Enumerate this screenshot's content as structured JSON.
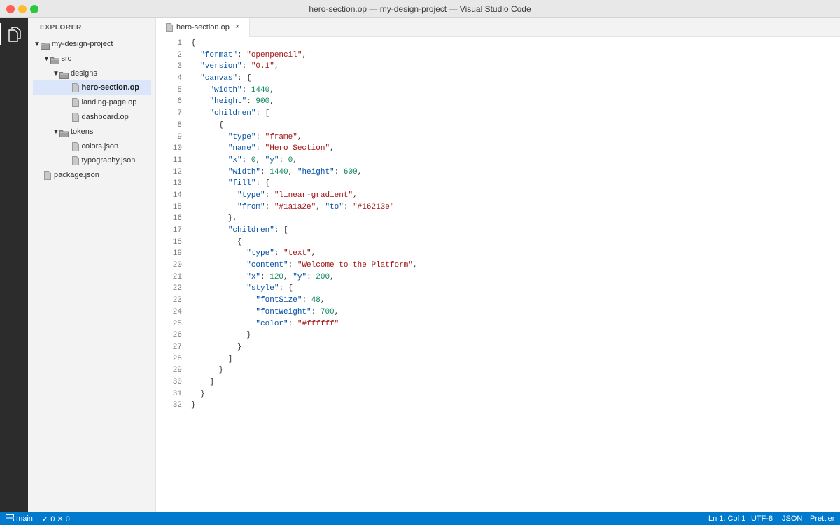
{
  "window": {
    "title": "hero-section.op — my-design-project — Visual Studio Code"
  },
  "activity_bar": {
    "explorer_icon": "files-icon"
  },
  "sidebar": {
    "title": "EXPLORER",
    "tree": [
      {
        "label": "my-design-project",
        "type": "folder",
        "depth": 0,
        "expanded": true
      },
      {
        "label": "src",
        "type": "folder",
        "depth": 1,
        "expanded": true
      },
      {
        "label": "designs",
        "type": "folder",
        "depth": 2,
        "expanded": true
      },
      {
        "label": "hero-section.op",
        "type": "file",
        "depth": 3,
        "selected": true
      },
      {
        "label": "landing-page.op",
        "type": "file",
        "depth": 3
      },
      {
        "label": "dashboard.op",
        "type": "file",
        "depth": 3
      },
      {
        "label": "tokens",
        "type": "folder",
        "depth": 2,
        "expanded": true
      },
      {
        "label": "colors.json",
        "type": "file",
        "depth": 3
      },
      {
        "label": "typography.json",
        "type": "file",
        "depth": 3
      },
      {
        "label": "package.json",
        "type": "file",
        "depth": 1
      }
    ]
  },
  "tabs": [
    {
      "label": "hero-section.op",
      "close": "×",
      "active": true
    }
  ],
  "editor": {
    "lines": [
      "{",
      "  \"format\": \"openpencil\",",
      "  \"version\": \"0.1\",",
      "  \"canvas\": {",
      "    \"width\": 1440,",
      "    \"height\": 900,",
      "    \"children\": [",
      "      {",
      "        \"type\": \"frame\",",
      "        \"name\": \"Hero Section\",",
      "        \"x\": 0, \"y\": 0,",
      "        \"width\": 1440, \"height\": 600,",
      "        \"fill\": {",
      "          \"type\": \"linear-gradient\",",
      "          \"from\": \"#1a1a2e\", \"to\": \"#16213e\"",
      "        },",
      "        \"children\": [",
      "          {",
      "            \"type\": \"text\",",
      "            \"content\": \"Welcome to the Platform\",",
      "            \"x\": 120, \"y\": 200,",
      "            \"style\": {",
      "              \"fontSize\": 48,",
      "              \"fontWeight\": 700,",
      "              \"color\": \"#ffffff\"",
      "            }",
      "          }",
      "        ]",
      "      }",
      "    ]",
      "  }",
      "}"
    ]
  },
  "status_bar": {
    "branch_icon": "source-control-icon",
    "branch": "main",
    "problems": "✓ 0 ✕ 0",
    "position": "Ln 1, Col 1",
    "encoding": "UTF-8",
    "language": "JSON",
    "formatter": "Prettier"
  },
  "colors": {
    "status_bar": "#007acc",
    "activity_bar": "#2c2c2c",
    "sidebar": "#f3f3f3",
    "selection": "#dbe6fb",
    "json_key": "#0451a5",
    "json_string": "#a31515",
    "json_number": "#098658"
  }
}
